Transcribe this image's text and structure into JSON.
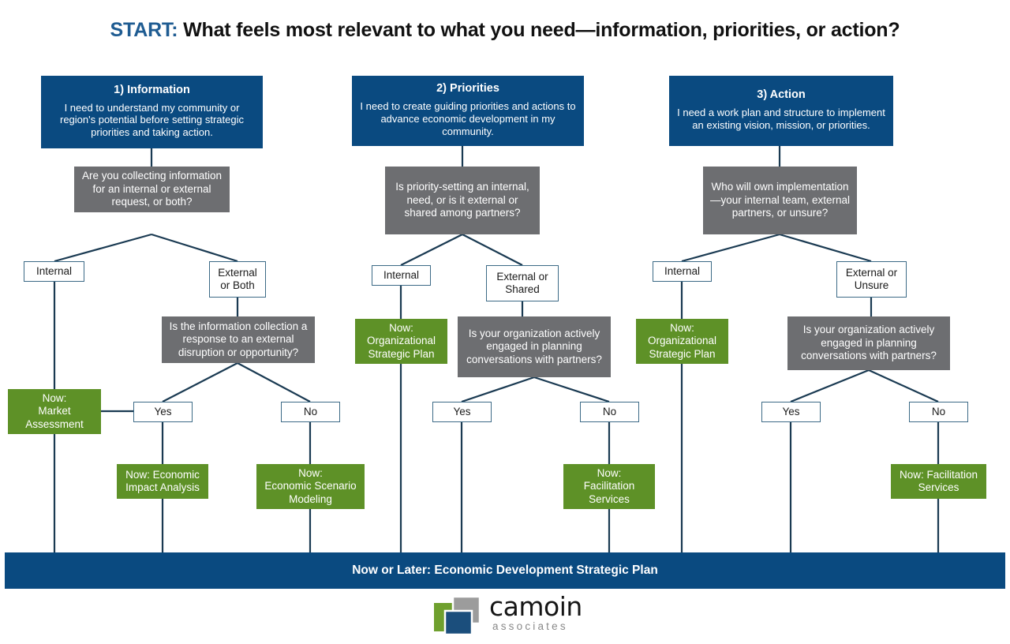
{
  "title": {
    "start_label": "START:",
    "question": "What feels most relevant to what you need—information, priorities, or action?"
  },
  "colors": {
    "blue": "#0A4A80",
    "gray": "#6D6E71",
    "green": "#5E9127",
    "white_box_border": "#3C6A86",
    "title_accent": "#1F5C92",
    "connector": "#1A3A52"
  },
  "columns": [
    {
      "id": "information",
      "header": {
        "title": "1) Information",
        "body": "I need to understand my community or region's potential before setting strategic priorities and taking action."
      },
      "question": "Are you collecting information for an internal or external request, or both?",
      "branches": [
        {
          "label": "Internal",
          "outcome": "Now:\nMarket Assessment",
          "outcome_lines": [
            "Now:",
            "Market",
            "Assessment"
          ]
        },
        {
          "label": "External or Both",
          "label_lines": [
            "External",
            "or Both"
          ],
          "sub_question": "Is the information collection a response to an external disruption or opportunity?",
          "sub_branches": [
            {
              "label": "Yes",
              "outcome_lines": [
                "Now: Economic",
                "Impact Analysis"
              ]
            },
            {
              "label": "No",
              "outcome_lines": [
                "Now:",
                "Economic Scenario",
                "Modeling"
              ]
            }
          ]
        }
      ]
    },
    {
      "id": "priorities",
      "header": {
        "title": "2) Priorities",
        "body": "I need to create guiding priorities and actions to advance economic development in my community."
      },
      "question": "Is priority-setting an internal, need, or is it external or shared among partners?",
      "branches": [
        {
          "label": "Internal",
          "outcome_lines": [
            "Now:",
            "Organizational",
            "Strategic Plan"
          ]
        },
        {
          "label": "External or Shared",
          "label_lines": [
            "External or",
            "Shared"
          ],
          "sub_question": "Is your organization actively engaged in planning conversations with partners?",
          "sub_branches": [
            {
              "label": "Yes",
              "outcome_lines": []
            },
            {
              "label": "No",
              "outcome_lines": [
                "Now:",
                "Facilitation",
                "Services"
              ]
            }
          ]
        }
      ]
    },
    {
      "id": "action",
      "header": {
        "title": "3) Action",
        "body": "I need a work plan and structure to implement an existing vision, mission, or priorities."
      },
      "question": "Who will own implementation—your internal team, external partners, or unsure?",
      "branches": [
        {
          "label": "Internal",
          "outcome_lines": [
            "Now:",
            "Organizational",
            "Strategic Plan"
          ]
        },
        {
          "label": "External or Unsure",
          "label_lines": [
            "External or",
            "Unsure"
          ],
          "sub_question": "Is your organization actively engaged in planning conversations with partners?",
          "sub_branches": [
            {
              "label": "Yes",
              "outcome_lines": []
            },
            {
              "label": "No",
              "outcome_lines": [
                "Now: Facilitation",
                "Services"
              ]
            }
          ]
        }
      ]
    }
  ],
  "banner": {
    "text": "Now or Later: Economic Development Strategic Plan"
  },
  "logo": {
    "wordmark": "camoin",
    "subword": "associates",
    "mark_colors": {
      "green": "#6FA02E",
      "gray": "#9C9C9C",
      "blue": "#1B4E7C"
    }
  },
  "nodes": {
    "c1_q": "Are you collecting information for an internal or external request, or both?",
    "c1_b1_label": "Internal",
    "c1_b1_out_l1": "Now:",
    "c1_b1_out_l2": "Market",
    "c1_b1_out_l3": "Assessment",
    "c1_b2_label_l1": "External",
    "c1_b2_label_l2": "or Both",
    "c1_b2_q": "Is the information collection a response to an external disruption or opportunity?",
    "c1_yes": "Yes",
    "c1_no": "No",
    "c1_yes_out_l1": "Now: Economic",
    "c1_yes_out_l2": "Impact Analysis",
    "c1_no_out_l1": "Now:",
    "c1_no_out_l2": "Economic Scenario",
    "c1_no_out_l3": "Modeling",
    "c2_q": "Is priority-setting an internal, need, or is it external or shared among partners?",
    "c2_b1_label": "Internal",
    "c2_b1_out_l1": "Now:",
    "c2_b1_out_l2": "Organizational",
    "c2_b1_out_l3": "Strategic Plan",
    "c2_b2_label_l1": "External or",
    "c2_b2_label_l2": "Shared",
    "c2_b2_q": "Is your organization actively engaged in planning conversations with partners?",
    "c2_yes": "Yes",
    "c2_no": "No",
    "c2_no_out_l1": "Now:",
    "c2_no_out_l2": "Facilitation",
    "c2_no_out_l3": "Services",
    "c3_q": "Who will own implementation—your internal team, external partners, or unsure?",
    "c3_b1_label": "Internal",
    "c3_b1_out_l1": "Now:",
    "c3_b1_out_l2": "Organizational",
    "c3_b1_out_l3": "Strategic Plan",
    "c3_b2_label_l1": "External or",
    "c3_b2_label_l2": "Unsure",
    "c3_b2_q": "Is your organization actively engaged in planning conversations with partners?",
    "c3_yes": "Yes",
    "c3_no": "No",
    "c3_no_out_l1": "Now: Facilitation",
    "c3_no_out_l2": "Services"
  }
}
